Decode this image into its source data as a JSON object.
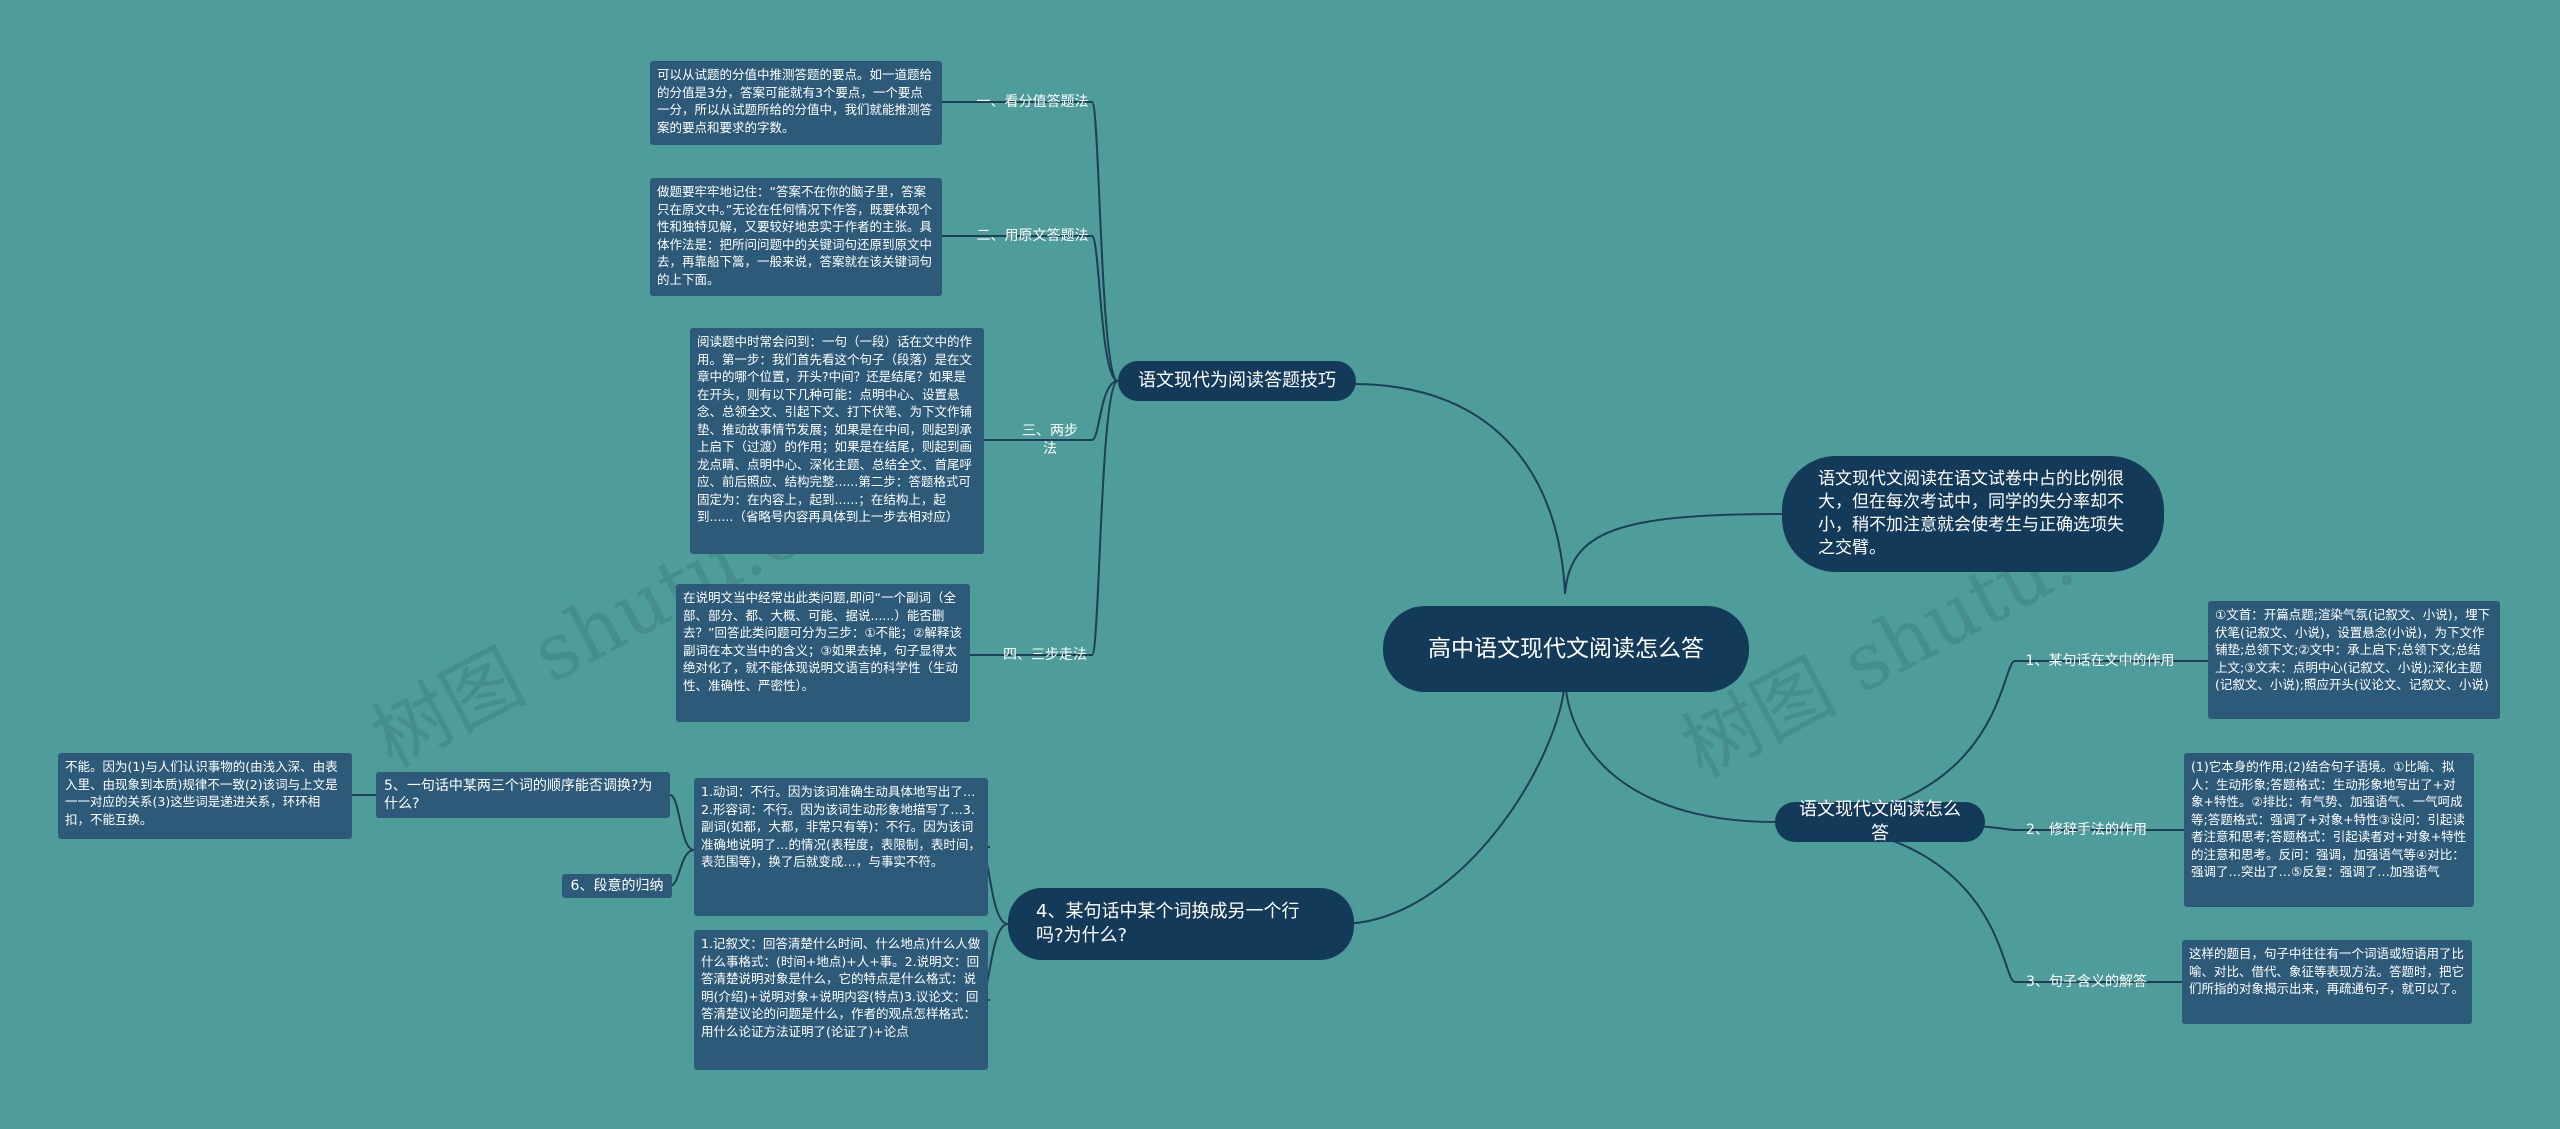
{
  "title": "高中语文现代文阅读怎么答",
  "watermarks": [
    "树图 shutu.cn",
    "树图 shutu.cn"
  ],
  "branches": {
    "skills": {
      "label": "语文现代为阅读答题技巧",
      "items": [
        {
          "label": "一、看分值答题法",
          "text": "可以从试题的分值中推测答题的要点。如一道题给的分值是3分，答案可能就有3个要点，一个要点一分，所以从试题所给的分值中，我们就能推测答案的要点和要求的字数。"
        },
        {
          "label": "二、用原文答题法",
          "text": "做题要牢牢地记住：“答案不在你的脑子里，答案只在原文中。”无论在任何情况下作答，既要体现个性和独特见解，又要较好地忠实于作者的主张。具体作法是：把所问问题中的关键词句还原到原文中去，再靠船下篙，一般来说，答案就在该关键词句的上下面。"
        },
        {
          "label": "三、两步法",
          "text": "阅读题中时常会问到：一句（一段）话在文中的作用。第一步：我们首先看这个句子（段落）是在文章中的哪个位置，开头?中间？还是结尾？如果是在开头，则有以下几种可能：点明中心、设置悬念、总领全文、引起下文、打下伏笔、为下文作铺垫、推动故事情节发展；如果是在中间，则起到承上启下（过渡）的作用；如果是在结尾，则起到画龙点睛、点明中心、深化主题、总结全文、首尾呼应、前后照应、结构完整......第二步：答题格式可固定为：在内容上，起到......；在结构上，起到......（省略号内容再具体到上一步去相对应）"
        },
        {
          "label": "四、三步走法",
          "text": "在说明文当中经常出此类问题,即问“一个副词（全部、部分、都、大概、可能、据说......）能否删去？”回答此类问题可分为三步：①不能；②解释该副词在本文当中的含义；③如果去掉，句子显得太绝对化了，就不能体现说明文语言的科学性（生动性、准确性、严密性）。"
        }
      ]
    },
    "intro": {
      "text": "语文现代文阅读在语文试卷中占的比例很大，但在每次考试中，同学的失分率却不小，稍不加注意就会使考生与正确选项失之交臂。"
    },
    "howto": {
      "label": "语文现代文阅读怎么答",
      "items": [
        {
          "label": "1、某句话在文中的作用",
          "text": "①文首：开篇点题;渲染气氛(记叙文、小说)，埋下伏笔(记叙文、小说)，设置悬念(小说)，为下文作铺垫;总领下文;②文中：承上启下;总领下文;总结上文;③文末：点明中心(记叙文、小说);深化主题(记叙文、小说);照应开头(议论文、记叙文、小说)"
        },
        {
          "label": "2、修辞手法的作用",
          "text": "(1)它本身的作用;(2)结合句子语境。①比喻、拟人：生动形象;答题格式：生动形象地写出了+对象+特性。②排比：有气势、加强语气、一气呵成等;答题格式：强调了+对象+特性③设问：引起读者注意和思考;答题格式：引起读者对+对象+特性的注意和思考。反问：强调，加强语气等④对比：强调了…突出了…⑤反复：强调了…加强语气"
        },
        {
          "label": "3、句子含义的解答",
          "text": "这样的题目，句子中往往有一个词语或短语用了比喻、对比、借代、象征等表现方法。答题时，把它们所指的对象揭示出来，再疏通句子，就可以了。"
        }
      ]
    },
    "wordswap": {
      "label": "4、某句话中某个词换成另一个行吗?为什么?",
      "items": [
        {
          "text": "1.动词：不行。因为该词准确生动具体地写出了…2.形容词：不行。因为该词生动形象地描写了…3.副词(如都，大都，非常只有等)：不行。因为该词准确地说明了…的情况(表程度，表限制，表时间，表范围等)，换了后就变成…，与事实不符。"
        },
        {
          "text": "1.记叙文：回答清楚什么时间、什么地点)什么人做什么事格式：(时间+地点)+人+事。2.说明文：回答清楚说明对象是什么，它的特点是什么格式：说明(介绍)+说明对象+说明内容(特点)3.议论文：回答清楚议论的问题是什么，作者的观点怎样格式：用什么论证方法证明了(论证了)+论点"
        }
      ],
      "order_question": {
        "label": "5、一句话中某两三个词的顺序能否调换?为什么?",
        "text": "不能。因为(1)与人们认识事物的(由浅入深、由表入里、由现象到本质)规律不一致(2)该词与上文是一一对应的关系(3)这些词是递进关系，环环相扣，不能互换。"
      },
      "paragraph_label": "6、段意的归纳"
    }
  }
}
